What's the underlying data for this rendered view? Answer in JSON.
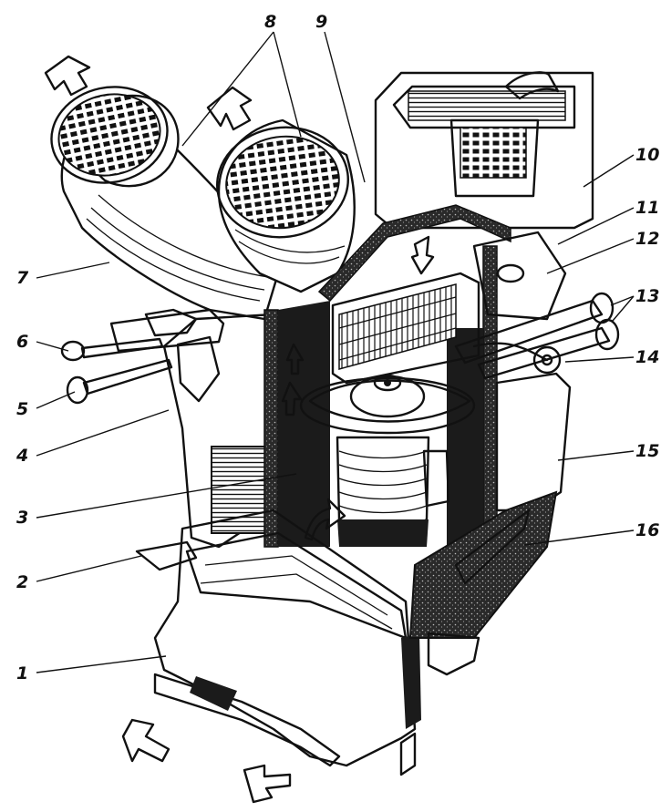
{
  "figure": {
    "callouts": [
      {
        "id": "c1",
        "label": "1"
      },
      {
        "id": "c2",
        "label": "2"
      },
      {
        "id": "c3",
        "label": "3"
      },
      {
        "id": "c4",
        "label": "4"
      },
      {
        "id": "c5",
        "label": "5"
      },
      {
        "id": "c6",
        "label": "6"
      },
      {
        "id": "c7",
        "label": "7"
      },
      {
        "id": "c8",
        "label": "8"
      },
      {
        "id": "c9",
        "label": "9"
      },
      {
        "id": "c10",
        "label": "10"
      },
      {
        "id": "c11",
        "label": "11"
      },
      {
        "id": "c12",
        "label": "12"
      },
      {
        "id": "c13",
        "label": "13"
      },
      {
        "id": "c14",
        "label": "14"
      },
      {
        "id": "c15",
        "label": "15"
      },
      {
        "id": "c16",
        "label": "16"
      }
    ]
  },
  "colors": {
    "ink": "#111111",
    "paper": "#ffffff",
    "shade": "#1b1b1b"
  }
}
